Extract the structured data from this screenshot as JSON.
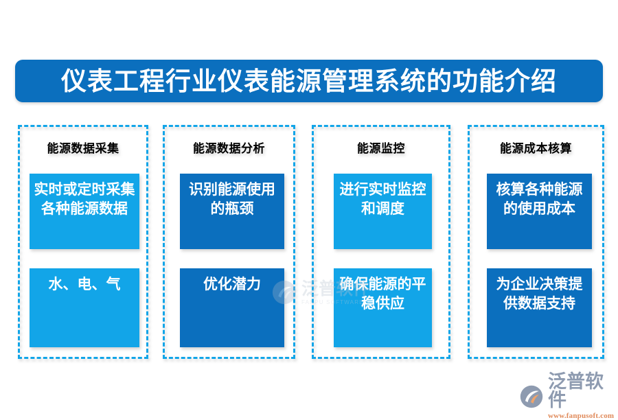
{
  "title": {
    "text": "仪表工程行业仪表能源管理系统的功能介绍",
    "banner_color": "#0B6FBE",
    "text_color": "#ffffff"
  },
  "theme": {
    "light_blue": "#12A5E8",
    "dark_blue": "#0B6FBE",
    "dashed_border": "#12A5E8",
    "background": "#ffffff",
    "header_text": "#000000"
  },
  "columns": [
    {
      "header": "能源数据采集",
      "cards": [
        {
          "text": "实时或定时采集各种能源数据",
          "style": "light"
        },
        {
          "text": "水、电、气",
          "style": "light"
        }
      ]
    },
    {
      "header": "能源数据分析",
      "cards": [
        {
          "text": "识别能源使用的瓶颈",
          "style": "dark"
        },
        {
          "text": "优化潜力",
          "style": "dark"
        }
      ]
    },
    {
      "header": "能源监控",
      "cards": [
        {
          "text": "进行实时监控和调度",
          "style": "light"
        },
        {
          "text": "确保能源的平稳供应",
          "style": "light"
        }
      ]
    },
    {
      "header": "能源成本核算",
      "cards": [
        {
          "text": "核算各种能源的使用成本",
          "style": "dark"
        },
        {
          "text": "为企业决策提供数据支持",
          "style": "dark"
        }
      ]
    }
  ],
  "watermark": {
    "name": "泛普软件",
    "sub": "FANPU SOFTWARE"
  },
  "logo": {
    "name": "泛普软件",
    "url": "www.fanpusoft.com"
  }
}
